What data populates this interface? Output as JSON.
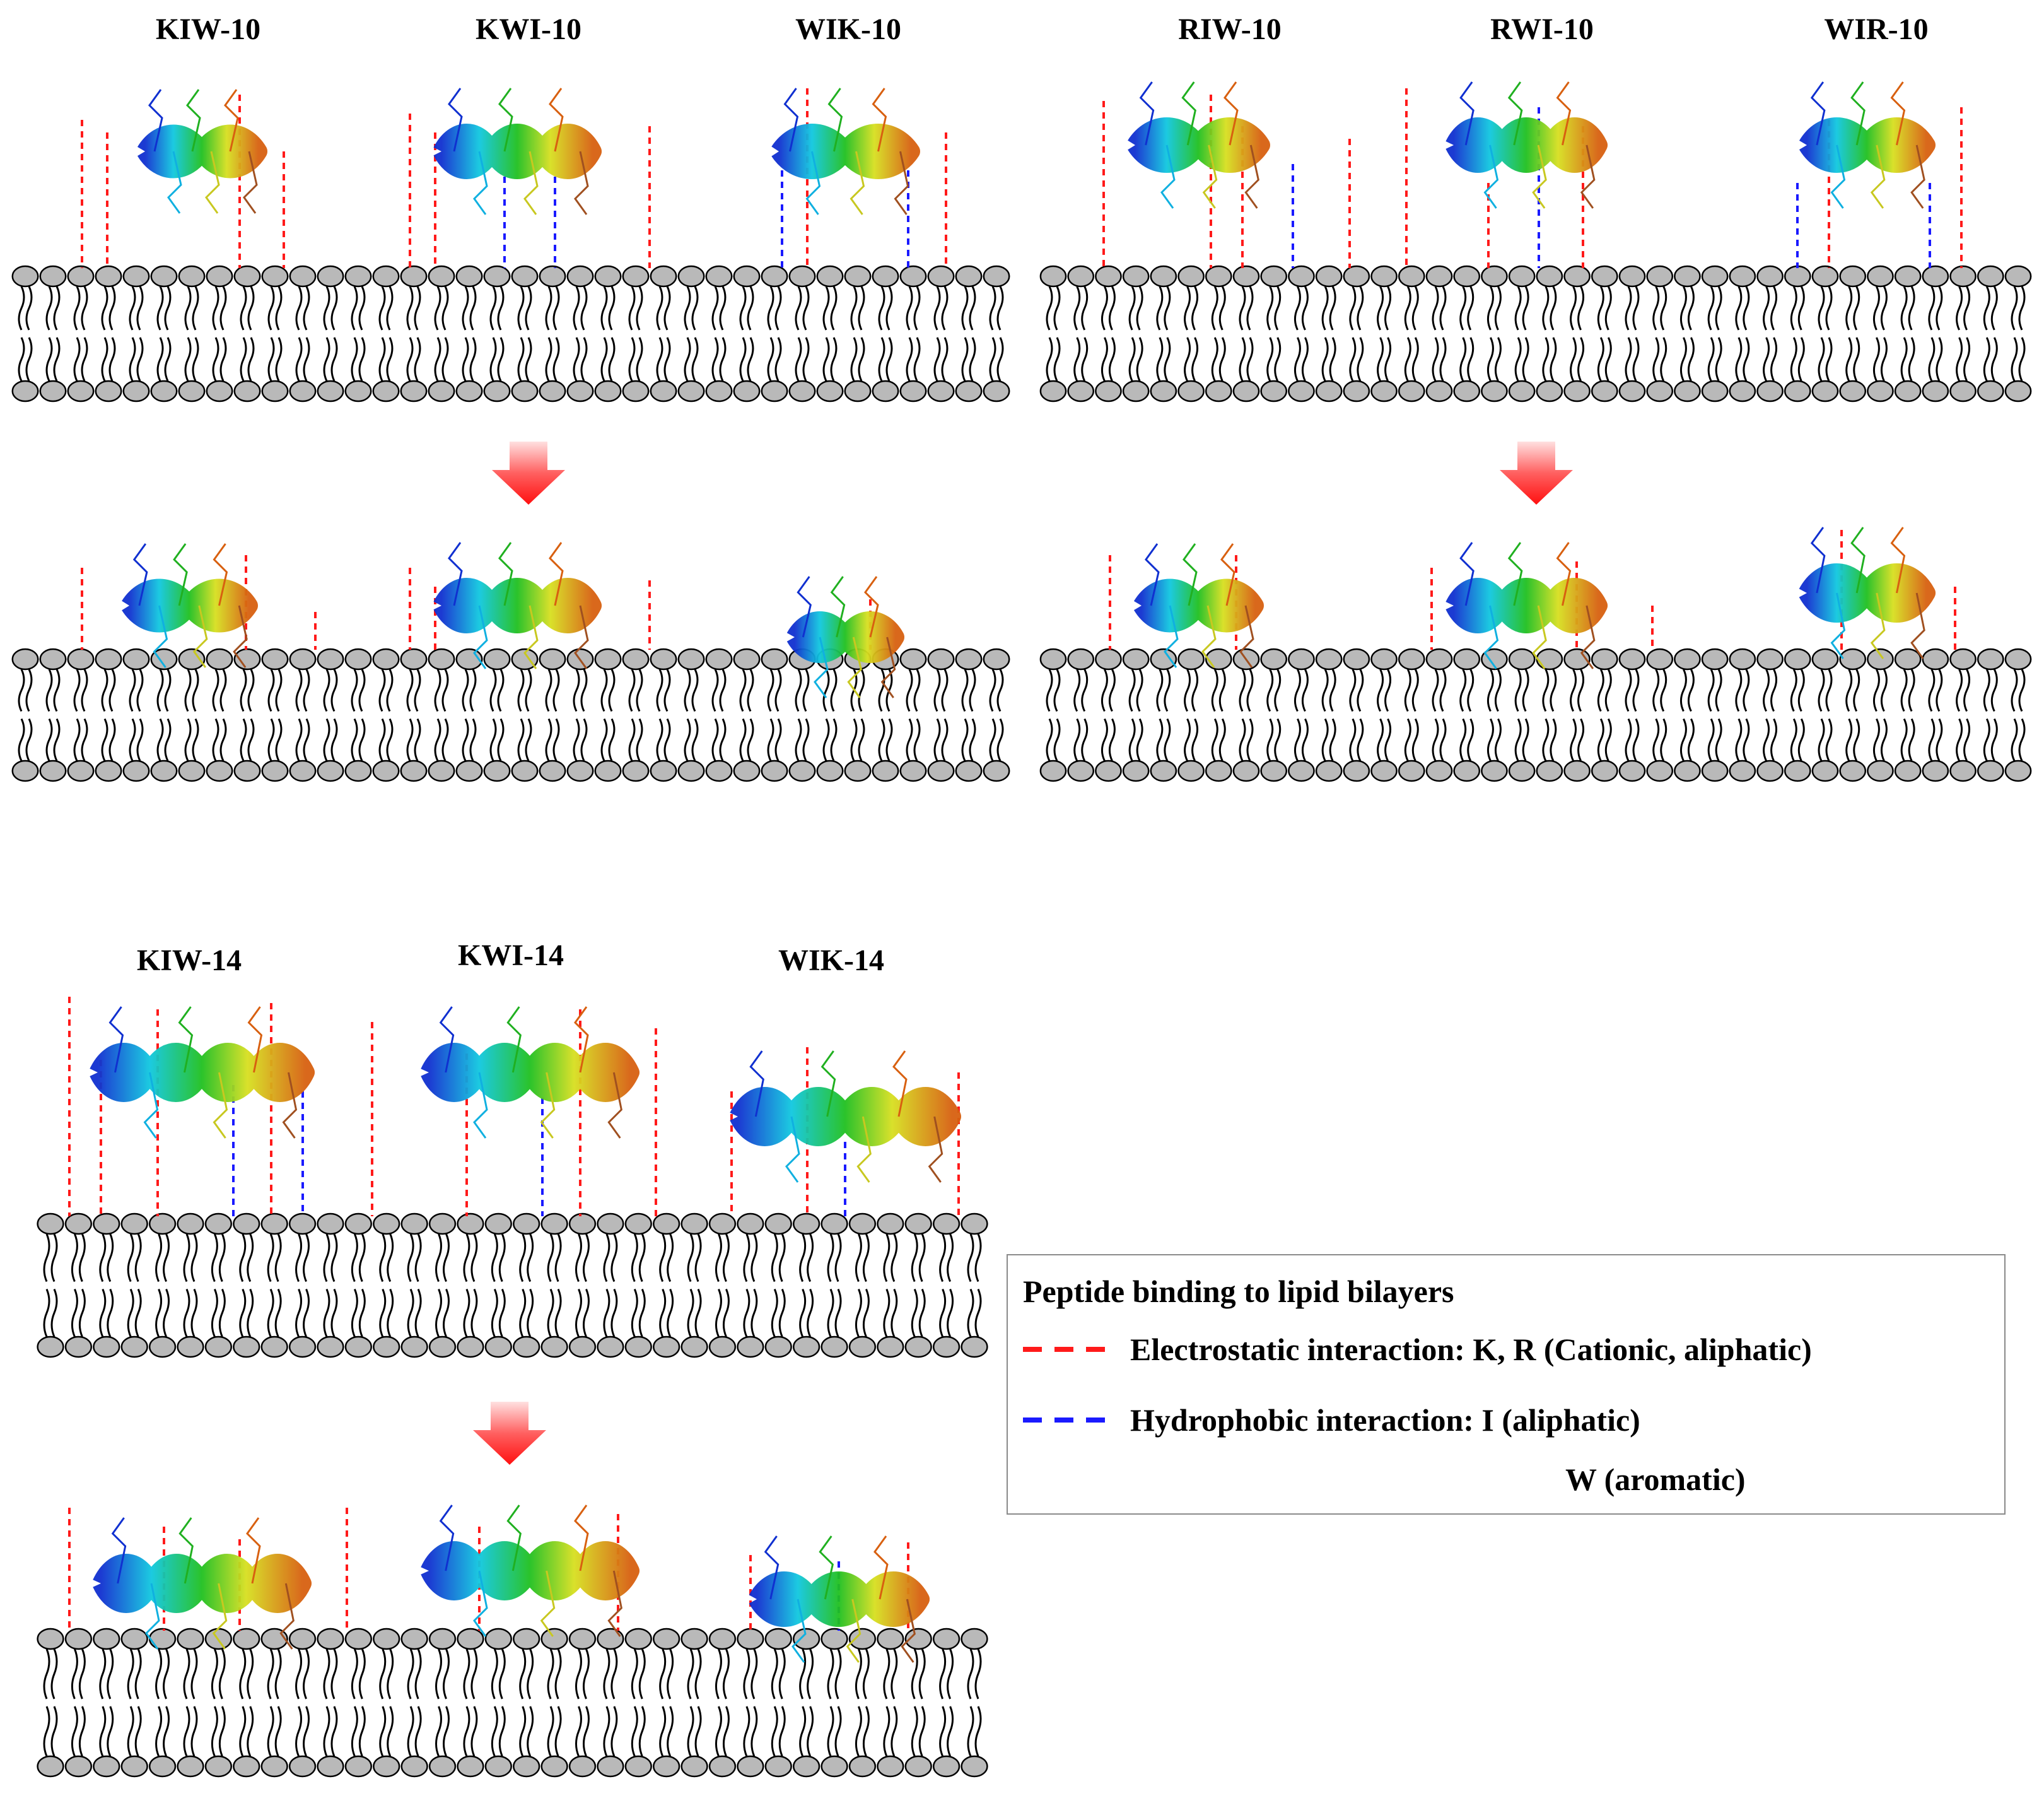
{
  "peptides": [
    {
      "label": "KIW-10"
    },
    {
      "label": "KWI-10"
    },
    {
      "label": "WIK-10"
    },
    {
      "label": "RIW-10"
    },
    {
      "label": "RWI-10"
    },
    {
      "label": "WIR-10"
    },
    {
      "label": "KIW-14"
    },
    {
      "label": "KWI-14"
    },
    {
      "label": "WIK-14"
    }
  ],
  "legend": {
    "title": "Peptide binding to lipid bilayers",
    "electrostatic": "Electrostatic interaction: K, R (Cationic, aliphatic)",
    "hydrophobic": "Hydrophobic interaction: I (aliphatic)",
    "hydrophobic_extra": "W (aromatic)"
  },
  "colors": {
    "electrostatic": "#ff1a1a",
    "hydrophobic": "#1a1aff",
    "lipid_head": "#b9b9b9",
    "arrow": "#ff2020"
  }
}
